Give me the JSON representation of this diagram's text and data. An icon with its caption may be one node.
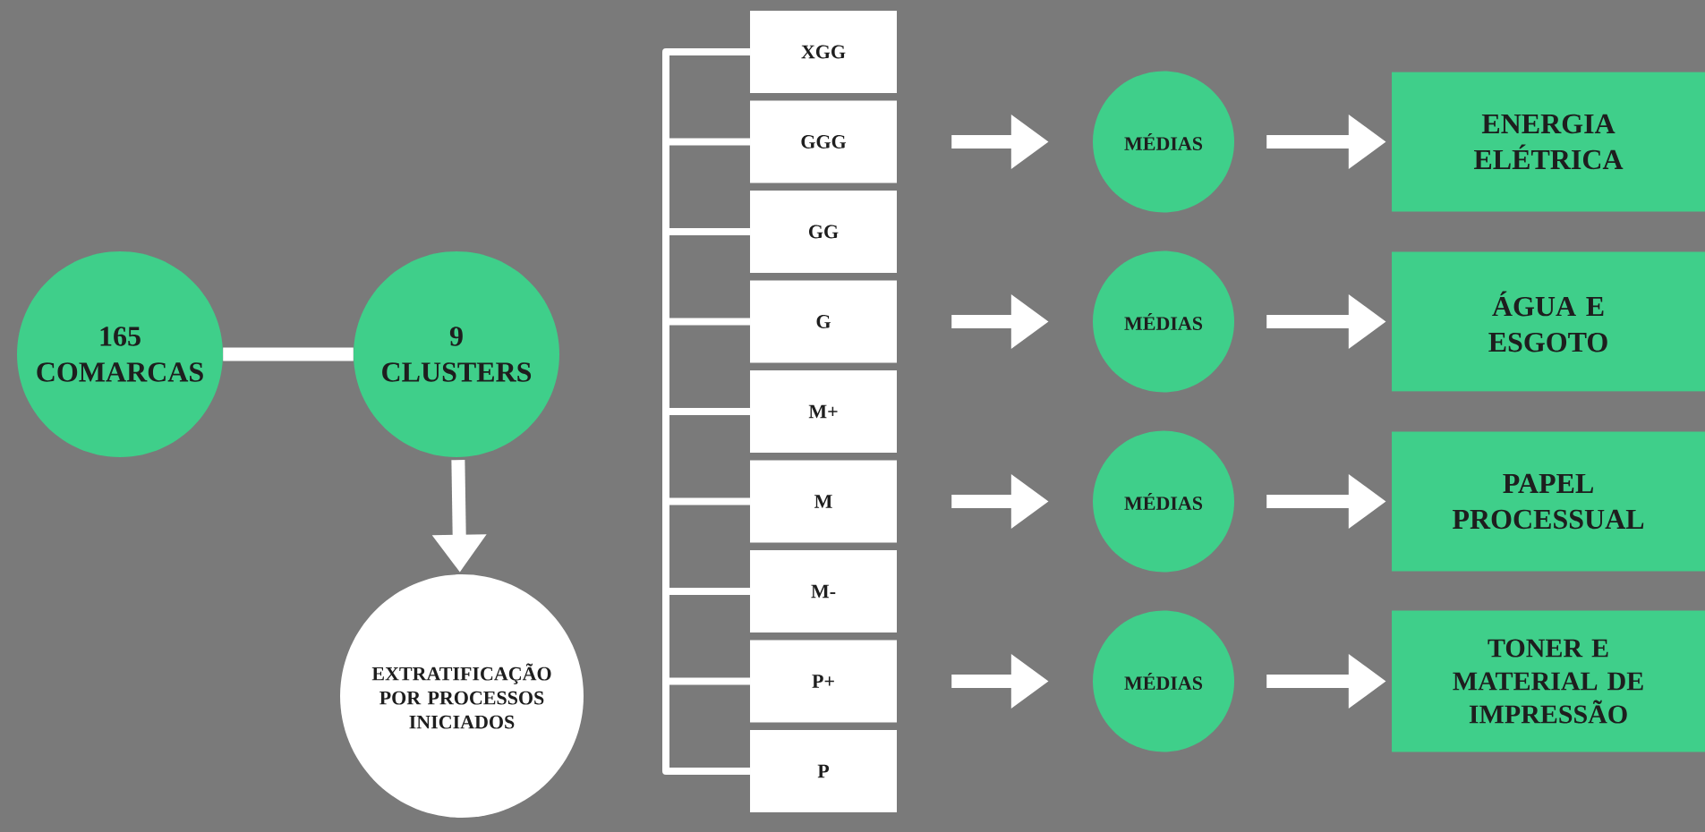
{
  "diagram": {
    "nodes": [
      {
        "text": [
          "165 COMARCAS"
        ]
      },
      {
        "text": [
          "9 CLUSTERS"
        ]
      },
      {
        "text": [
          "EXTRATIFICAÇÃO POR PROCESSOS INICIADOS"
        ]
      },
      {
        "text": [
          "XGG"
        ]
      },
      {
        "text": [
          "GGG"
        ]
      },
      {
        "text": [
          "GG"
        ]
      },
      {
        "text": [
          "G"
        ]
      },
      {
        "text": [
          "M+"
        ]
      },
      {
        "text": [
          "M"
        ]
      },
      {
        "text": [
          "M-"
        ]
      },
      {
        "text": [
          "P+"
        ]
      },
      {
        "text": [
          "P"
        ]
      },
      {
        "text": [
          "MÉDIAS"
        ]
      },
      {
        "text": [
          "ENERGIA ELÉTRICA"
        ]
      },
      {
        "text": [
          "MÉDIAS"
        ]
      },
      {
        "text": [
          "ÁGUA E ESGOTO"
        ]
      },
      {
        "text": [
          "MÉDIAS"
        ]
      },
      {
        "text": [
          "PAPEL PROCESSUAL"
        ]
      },
      {
        "text": [
          "MÉDIAS"
        ]
      },
      {
        "text": [
          "TONER E MATERIAL DE IMPRESSÃO"
        ]
      }
    ],
    "edges": [
      {
        "from": 0,
        "to": 1,
        "arrow": "none"
      },
      {
        "from": 1,
        "to": 2,
        "arrow": "to"
      },
      {
        "from": 4,
        "to": 12,
        "arrow": "to"
      },
      {
        "from": 12,
        "to": 13,
        "arrow": "to"
      },
      {
        "from": 6,
        "to": 14,
        "arrow": "to"
      },
      {
        "from": 14,
        "to": 15,
        "arrow": "to"
      },
      {
        "from": 8,
        "to": 16,
        "arrow": "to"
      },
      {
        "from": 16,
        "to": 17,
        "arrow": "to"
      },
      {
        "from": 10,
        "to": 18,
        "arrow": "to"
      },
      {
        "from": 18,
        "to": 19,
        "arrow": "to"
      }
    ]
  }
}
